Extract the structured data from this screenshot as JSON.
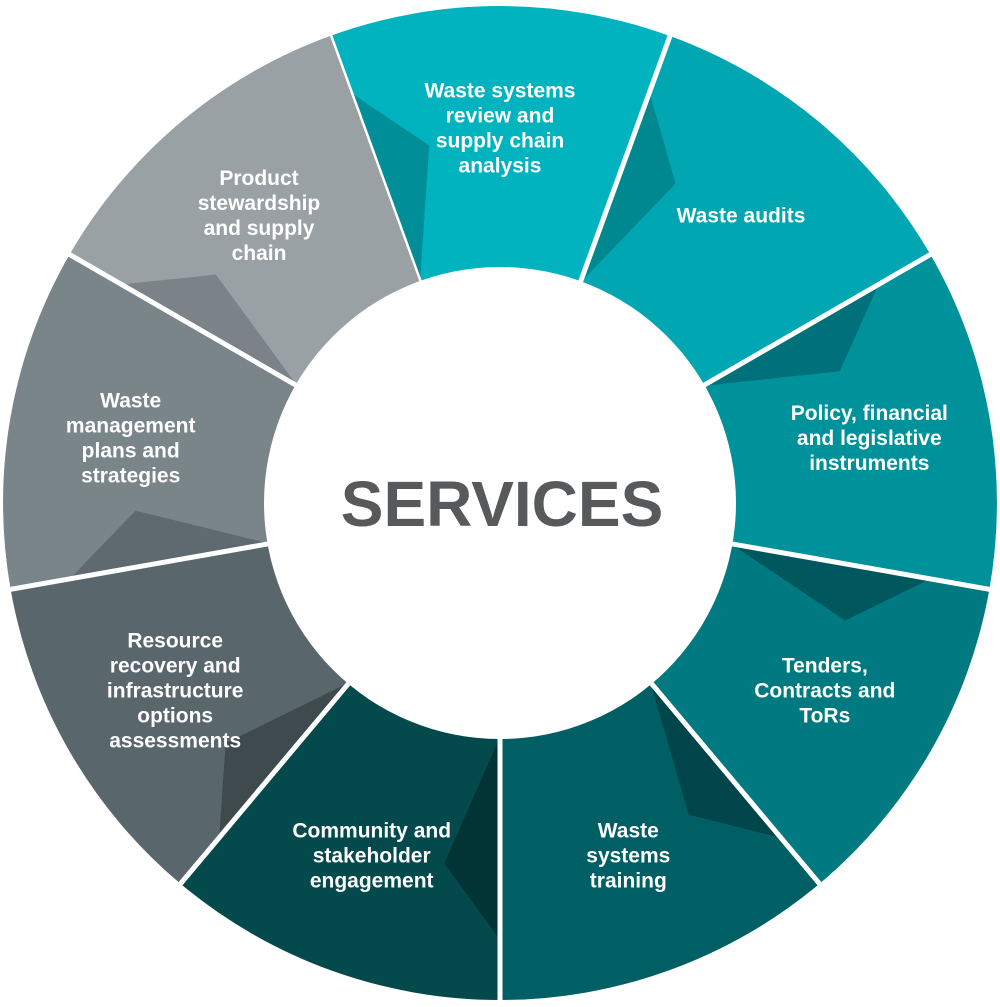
{
  "diagram": {
    "center": {
      "title": "SERVICES"
    },
    "segments": [
      {
        "id": "waste-systems-review",
        "lines": [
          "Waste systems",
          "review and",
          "supply chain",
          "analysis"
        ],
        "color": "#00b3bf",
        "shade": "#008f99"
      },
      {
        "id": "waste-audits",
        "lines": [
          "Waste audits"
        ],
        "color": "#00a7b2",
        "shade": "#008891"
      },
      {
        "id": "policy-financial",
        "lines": [
          "Policy, financial",
          "and legislative",
          "instruments"
        ],
        "color": "#00929a",
        "shade": "#00707a"
      },
      {
        "id": "tenders-contracts",
        "lines": [
          "Tenders,",
          "Contracts and",
          "ToRs"
        ],
        "color": "#007a80",
        "shade": "#00585e"
      },
      {
        "id": "waste-systems-training",
        "lines": [
          "Waste",
          "systems",
          "training"
        ],
        "color": "#005f65",
        "shade": "#00454a"
      },
      {
        "id": "community-engagement",
        "lines": [
          "Community and",
          "stakeholder",
          "engagement"
        ],
        "color": "#044a4d",
        "shade": "#023436"
      },
      {
        "id": "resource-recovery",
        "lines": [
          "Resource",
          "recovery and",
          "infrastructure",
          "options",
          "assessments"
        ],
        "color": "#59676d",
        "shade": "#3f4a4f"
      },
      {
        "id": "waste-management-plans",
        "lines": [
          "Waste",
          "management",
          "plans and",
          "strategies"
        ],
        "color": "#7a858a",
        "shade": "#5f6a70"
      },
      {
        "id": "product-stewardship",
        "lines": [
          "Product",
          "stewardship",
          "and supply",
          "chain"
        ],
        "color": "#9aa1a5",
        "shade": "#7c8388"
      }
    ]
  }
}
